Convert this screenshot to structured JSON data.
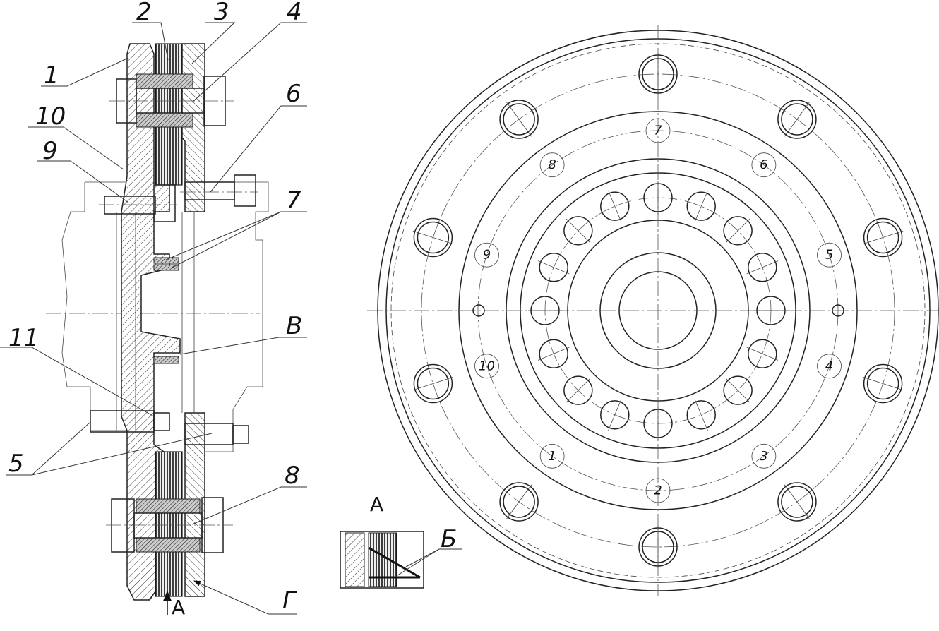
{
  "section_view": {
    "callouts": {
      "c1": "1",
      "c2": "2",
      "c3": "3",
      "c4": "4",
      "c6": "6",
      "c7": "7",
      "c8": "8",
      "c9": "9",
      "c10": "10",
      "c11": "11",
      "c5": "5",
      "cV": "В",
      "cG": "Г",
      "view_arrow": "А"
    }
  },
  "detail_view": {
    "title": "А",
    "callout": "Б"
  },
  "face_view": {
    "bolt_numbers": [
      "1",
      "2",
      "3",
      "4",
      "5",
      "6",
      "7",
      "8",
      "9",
      "10"
    ]
  }
}
